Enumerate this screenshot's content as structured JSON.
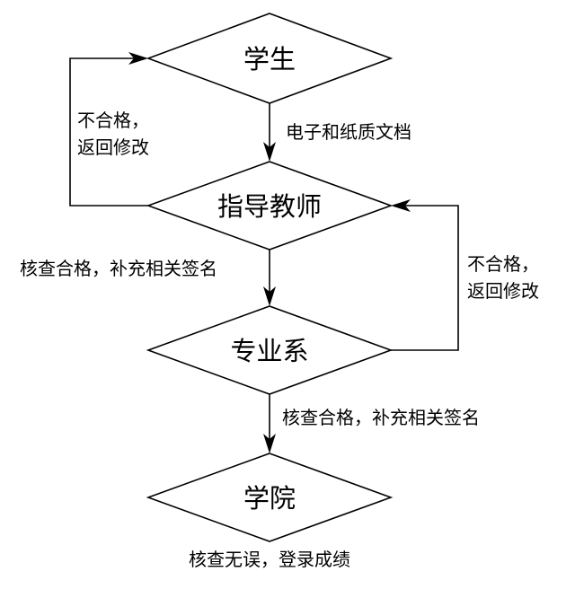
{
  "nodes": {
    "student": "学生",
    "advisor": "指导教师",
    "department": "专业系",
    "college": "学院"
  },
  "edges": {
    "student_to_advisor": "电子和纸质文档",
    "advisor_to_department": "核查合格，补充相关签名",
    "department_to_college": "核查合格，补充相关签名",
    "advisor_reject_line1": "不合格，",
    "advisor_reject_line2": "返回修改",
    "department_reject_line1": "不合格，",
    "department_reject_line2": "返回修改",
    "college_final": "核查无误，登录成绩"
  }
}
